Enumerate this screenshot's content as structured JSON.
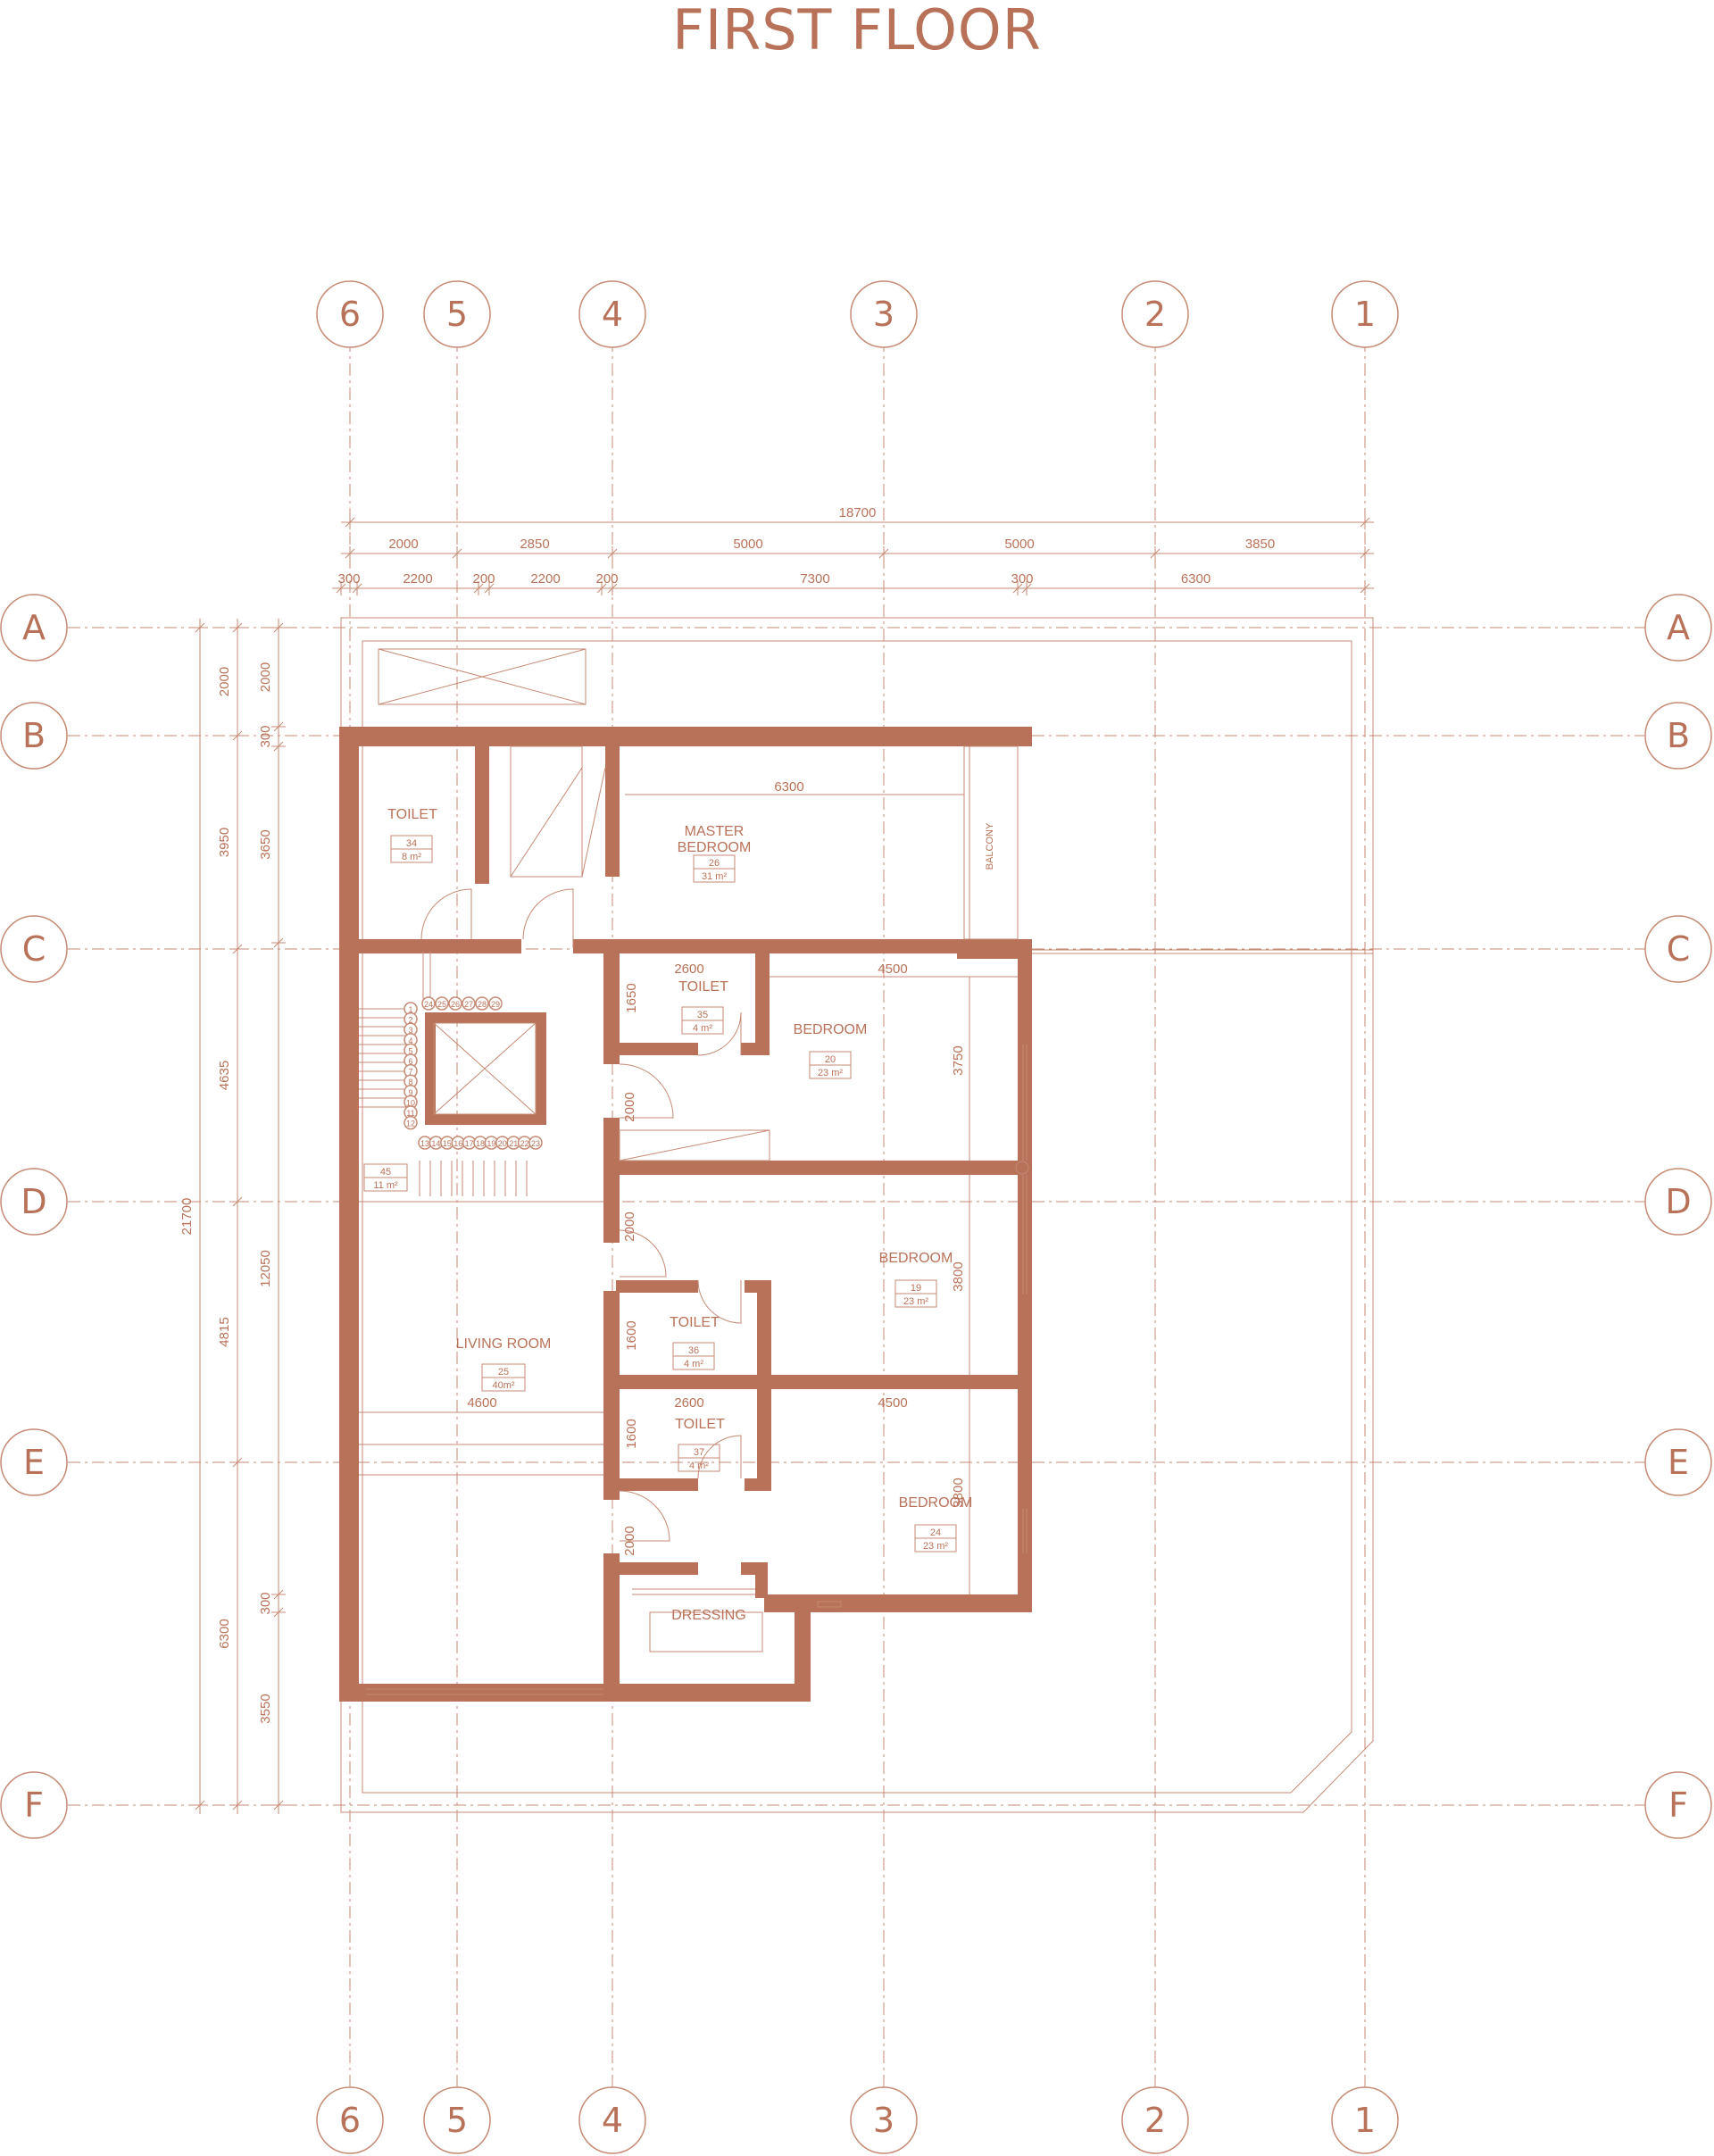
{
  "title": "FIRST FLOOR",
  "colors": {
    "accent": "#b87259",
    "line": "#c58a74"
  },
  "grid": {
    "columns": [
      "6",
      "5",
      "4",
      "3",
      "2",
      "1"
    ],
    "rows": [
      "A",
      "B",
      "C",
      "D",
      "E",
      "F"
    ]
  },
  "dimensions_top": {
    "overall": "18700",
    "row1": [
      "2000",
      "2850",
      "5000",
      "5000",
      "3850"
    ],
    "row2": [
      "300",
      "2200",
      "200",
      "2200",
      "200",
      "7300",
      "300",
      "6300"
    ]
  },
  "dimensions_left": {
    "overall": "21700",
    "outer": [
      "2000",
      "3950",
      "4635",
      "4815",
      "6300"
    ],
    "inner": [
      "2000",
      "300",
      "3650",
      "12050",
      "300",
      "3550"
    ]
  },
  "internal_dims": [
    "6300",
    "2600",
    "4500",
    "1650",
    "3750",
    "2000",
    "2000",
    "3800",
    "1600",
    "4600",
    "2600",
    "4500",
    "1600",
    "3800",
    "2000"
  ],
  "rooms": [
    {
      "name": "TOILET",
      "no": "34",
      "area": "8 m²"
    },
    {
      "name": "MASTER\nBEDROOM",
      "line1": "MASTER",
      "line2": "BEDROOM",
      "no": "26",
      "area": "31 m²"
    },
    {
      "name": "BALCONY"
    },
    {
      "name": "TOILET",
      "no": "35",
      "area": "4 m²"
    },
    {
      "name": "BEDROOM",
      "no": "20",
      "area": "23 m²"
    },
    {
      "name": "",
      "no": "45",
      "area": "11 m²"
    },
    {
      "name": "BEDROOM",
      "no": "19",
      "area": "23 m²"
    },
    {
      "name": "TOILET",
      "no": "36",
      "area": "4 m²"
    },
    {
      "name": "LIVING ROOM",
      "no": "25",
      "area": "40m²"
    },
    {
      "name": "TOILET",
      "no": "37",
      "area": "4 m²"
    },
    {
      "name": "BEDROOM",
      "no": "24",
      "area": "23 m²"
    },
    {
      "name": "DRESSING"
    }
  ],
  "stair_steps_vertical": [
    "1",
    "2",
    "3",
    "4",
    "5",
    "6",
    "7",
    "8",
    "9",
    "10",
    "11",
    "12"
  ],
  "stair_steps_horizontal": [
    "13",
    "14",
    "15",
    "16",
    "17",
    "18",
    "19",
    "20",
    "21",
    "22",
    "23"
  ],
  "stair_steps_top": [
    "24",
    "25",
    "26",
    "27",
    "28",
    "29"
  ]
}
